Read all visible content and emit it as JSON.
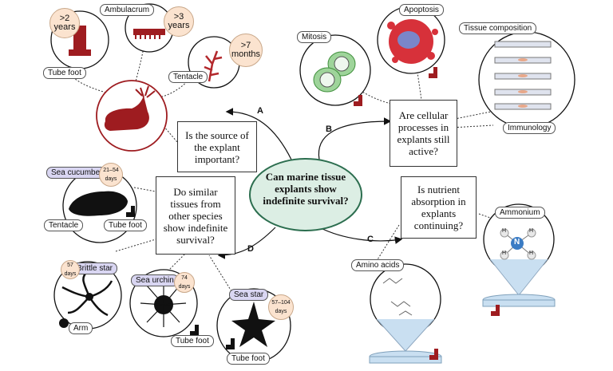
{
  "center_question": "Can marine tissue explants show indefinite survival?",
  "questions": {
    "a": "Is the source of the explant important?",
    "b": "Are cellular processes in explants still active?",
    "c": "Is nutrient absorption in explants continuing?",
    "d": "Do similar tissues from other species show indefinite survival?"
  },
  "arrow_letters": {
    "a": "A",
    "b": "B",
    "c": "C",
    "d": "D"
  },
  "source_branch": {
    "tube_foot": {
      "label": "Tube foot",
      "badge": ">2 years"
    },
    "ambulacrum": {
      "label": "Ambulacrum",
      "badge": ">3 years"
    },
    "tentacle": {
      "label": "Tentacle",
      "badge": ">7 months"
    }
  },
  "cellular_branch": {
    "mitosis": "Mitosis",
    "apoptosis": "Apoptosis",
    "tissue_composition": "Tissue composition",
    "immunology": "Immunology"
  },
  "nutrient_branch": {
    "amino_acids": "Amino acids",
    "ammonium": "Ammonium",
    "ammonium_atoms": {
      "center": "N",
      "h": "H"
    }
  },
  "species_branch": {
    "sea_cucumber": {
      "label": "Sea cucumber",
      "days": "21–54 days",
      "parts": [
        "Tentacle",
        "Tube foot"
      ]
    },
    "brittle_star": {
      "label": "Brittle star",
      "days": "57 days",
      "parts": [
        "Arm"
      ]
    },
    "sea_urchin": {
      "label": "Sea urchin",
      "days": "74 days",
      "parts": [
        "Tube foot"
      ]
    },
    "sea_star": {
      "label": "Sea star",
      "days": "57–104 days",
      "parts": [
        "Tube foot"
      ]
    }
  },
  "colors": {
    "tissue_red": "#9e1c20",
    "ellipse_fill": "#dceee4",
    "ellipse_stroke": "#2c6e4f",
    "label_purple": "#d9d6f2",
    "badge_peach": "#fbe3cf"
  }
}
